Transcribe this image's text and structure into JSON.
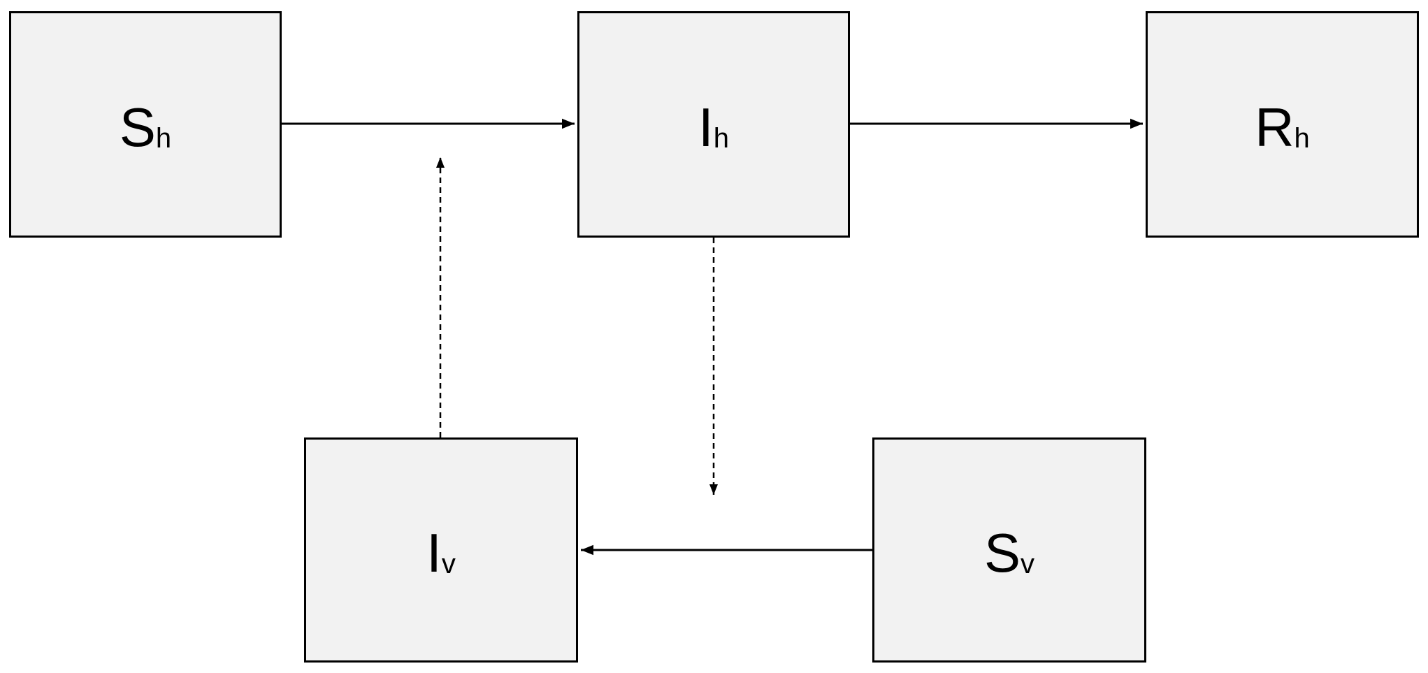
{
  "diagram": {
    "nodes": {
      "sh": {
        "main": "S",
        "sub": "h"
      },
      "ih": {
        "main": "I",
        "sub": "h"
      },
      "rh": {
        "main": "R",
        "sub": "h"
      },
      "iv": {
        "main": "I",
        "sub": "v"
      },
      "sv": {
        "main": "S",
        "sub": "v"
      }
    },
    "edges": [
      {
        "from": "sh",
        "to": "ih",
        "style": "solid"
      },
      {
        "from": "ih",
        "to": "rh",
        "style": "solid"
      },
      {
        "from": "sv",
        "to": "iv",
        "style": "solid"
      },
      {
        "from": "ih",
        "to": "sv-iv-transition",
        "style": "dashed"
      },
      {
        "from": "iv",
        "to": "sh-ih-transition",
        "style": "dashed"
      }
    ],
    "colors": {
      "box_fill": "#f2f2f2",
      "stroke": "#000000",
      "background": "#ffffff"
    }
  }
}
